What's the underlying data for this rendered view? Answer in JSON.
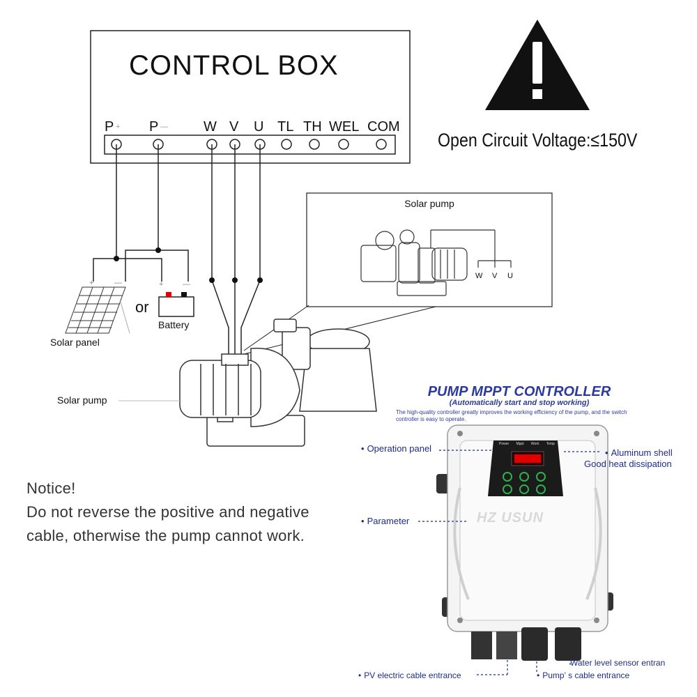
{
  "control_box": {
    "title": "CONTROL BOX",
    "terminals": [
      {
        "label": "P",
        "sub": "+"
      },
      {
        "label": "P",
        "sub": "—"
      },
      {
        "label": "W",
        "sub": ""
      },
      {
        "label": "V",
        "sub": ""
      },
      {
        "label": "U",
        "sub": ""
      },
      {
        "label": "TL",
        "sub": ""
      },
      {
        "label": "TH",
        "sub": ""
      },
      {
        "label": "WEL",
        "sub": ""
      },
      {
        "label": "COM",
        "sub": ""
      }
    ]
  },
  "warning": {
    "icon": "warning-triangle-icon",
    "voltage_text": "Open Circuit Voltage:≤150V"
  },
  "inset": {
    "title": "Solar pump",
    "terminals": [
      "W",
      "V",
      "U"
    ]
  },
  "power_source": {
    "solar_panel_label": "Solar panel",
    "or_text": "or",
    "battery_label": "Battery",
    "panel_pos": "+",
    "panel_neg": "—",
    "battery_pos": "+",
    "battery_neg": "—"
  },
  "pump": {
    "label": "Solar pump"
  },
  "notice": {
    "title": "Notice!",
    "text": "Do not reverse the positive and negative cable, otherwise the pump cannot work."
  },
  "controller": {
    "title": "PUMP MPPT CONTROLLER",
    "subtitle": "(Automatically start and stop working)",
    "description": "The high-quality controller greatly improves the working efficiency of the pump, and the switch controller is easy to operate.",
    "brand": "HZ USUN",
    "panel_top_labels": [
      "Power",
      "Mppt",
      "Work",
      "Temp"
    ],
    "callouts": {
      "operation_panel": "Operation panel",
      "aluminum_shell": "Aluminum shell",
      "heat": "Good heat dissipation",
      "parameter": "Parameter",
      "water_level": "Water level sensor entran",
      "pv_cable": "PV electric cable entrance",
      "pump_cable": "Pump’ s cable entrance"
    },
    "colors": {
      "title_blue": "#2b3a9b",
      "callout_blue": "#1d2c8a",
      "screen_red": "#e00000",
      "button_green": "#2fb24c",
      "panel_dark": "#1b1b1b"
    }
  }
}
